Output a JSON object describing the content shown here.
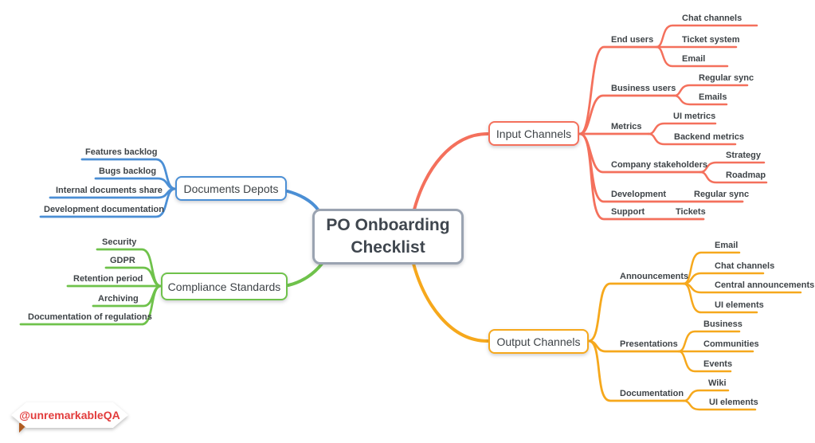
{
  "root": {
    "label": "PO Onboarding Checklist"
  },
  "watermark": {
    "text": "@unremarkableQA",
    "color": "#e23c3c"
  },
  "colors": {
    "input": "#f4705c",
    "output": "#f6a81c",
    "documents": "#4b8fd5",
    "compliance": "#6fc24b",
    "root_border": "#9aa3b1",
    "label_text": "#3e4347"
  },
  "branches": {
    "input": {
      "label": "Input Channels",
      "nodes": [
        {
          "label": "End users",
          "children": [
            "Chat channels",
            "Ticket system",
            "Email"
          ]
        },
        {
          "label": "Business users",
          "children": [
            "Regular sync",
            "Emails"
          ]
        },
        {
          "label": "Metrics",
          "children": [
            "UI metrics",
            "Backend metrics"
          ]
        },
        {
          "label": "Company stakeholders",
          "children": [
            "Strategy",
            "Roadmap"
          ]
        },
        {
          "label": "Development",
          "children": [
            "Regular sync"
          ]
        },
        {
          "label": "Support",
          "children": [
            "Tickets"
          ]
        }
      ]
    },
    "output": {
      "label": "Output Channels",
      "nodes": [
        {
          "label": "Announcements",
          "children": [
            "Email",
            "Chat channels",
            "Central announcements",
            "UI elements"
          ]
        },
        {
          "label": "Presentations",
          "children": [
            "Business",
            "Communities",
            "Events"
          ]
        },
        {
          "label": "Documentation",
          "children": [
            "Wiki",
            "UI elements"
          ]
        }
      ]
    },
    "documents": {
      "label": "Documents Depots",
      "items": [
        "Features backlog",
        "Bugs backlog",
        "Internal documents share",
        "Development documentation"
      ]
    },
    "compliance": {
      "label": "Compliance Standards",
      "items": [
        "Security",
        "GDPR",
        "Retention period",
        "Archiving",
        "Documentation of regulations"
      ]
    }
  }
}
